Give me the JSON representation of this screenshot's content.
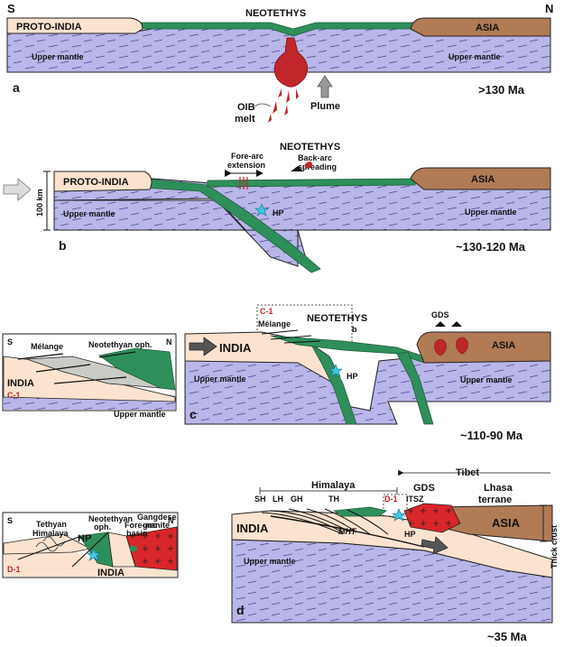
{
  "colors": {
    "mantle": "#b9b6e9",
    "mantle_hatch": "#4a4a8a",
    "ocean": "#2f8f5b",
    "proto_india": "#fbe3cf",
    "asia": "#b07b55",
    "magma": "#c0262a",
    "hp_star": "#3cc6e8",
    "granite": "#d8262a"
  },
  "panel_a": {
    "letter": "a",
    "left_label": "S",
    "right_label": "N",
    "ocean_label": "NEOTETHYS",
    "india_label": "PROTO-INDIA",
    "asia_label": "ASIA",
    "mantle_left": "Upper mantle",
    "mantle_right": "Upper mantle",
    "oib_line1": "OIB",
    "oib_line2": "melt",
    "plume_label": "Plume",
    "age": ">130 Ma"
  },
  "panel_b": {
    "letter": "b",
    "ocean_label": "NEOTETHYS",
    "forearc_line1": "Fore-arc",
    "forearc_line2": "extension",
    "backarc_line1": "Back-arc",
    "backarc_line2": "spreading",
    "india_label": "PROTO-INDIA",
    "asia_label": "ASIA",
    "scale_label": "100 km",
    "mantle_left": "Upper mantle",
    "mantle_right": "Upper mantle",
    "hp_label": "HP",
    "age": "~130-120 Ma"
  },
  "panel_c": {
    "letter": "c",
    "box_label": "C-1",
    "melange_label": "Mélange",
    "ocean_label": "NEOTETHYS",
    "ocean_sub": "b",
    "gds_label": "GDS",
    "india_label": "INDIA",
    "asia_label": "ASIA",
    "hp_label": "HP",
    "mantle_left": "Upper mantle",
    "mantle_right": "Upper mantle",
    "age": "~110-90 Ma"
  },
  "inset_c1": {
    "left_label": "S",
    "right_label": "N",
    "melange_label": "Mélange",
    "oph_label": "Neotethyan oph.",
    "india_label": "INDIA",
    "box_label": "C-1",
    "mantle_label": "Upper mantle"
  },
  "panel_d": {
    "letter": "d",
    "tibet_label": "Tibet",
    "himalaya_label": "Himalaya",
    "gds_label": "GDS",
    "lhasa_line1": "Lhasa",
    "lhasa_line2": "terrane",
    "sh_label": "SH",
    "lh_label": "LH",
    "gh_label": "GH",
    "th_label": "TH",
    "box_label": "D-1",
    "itsz_label": "ITSZ",
    "mht_label": "MHT",
    "hp_label": "HP",
    "india_label": "INDIA",
    "asia_label": "ASIA",
    "thick_crust": "Thick crust",
    "mantle_label": "Upper mantle",
    "age": "~35 Ma"
  },
  "inset_d1": {
    "left_label": "S",
    "right_label": "N",
    "tethyan_line1": "Tethyan",
    "tethyan_line2": "Himalaya",
    "hp_label": "HP",
    "oph_line1": "Neotethyan",
    "oph_line2": "oph.",
    "forearc_line1": "Fore-arc",
    "forearc_line2": "basin",
    "gangdese_line1": "Gangdese",
    "gangdese_line2": "granite",
    "india_label": "INDIA",
    "box_label": "D-1"
  }
}
